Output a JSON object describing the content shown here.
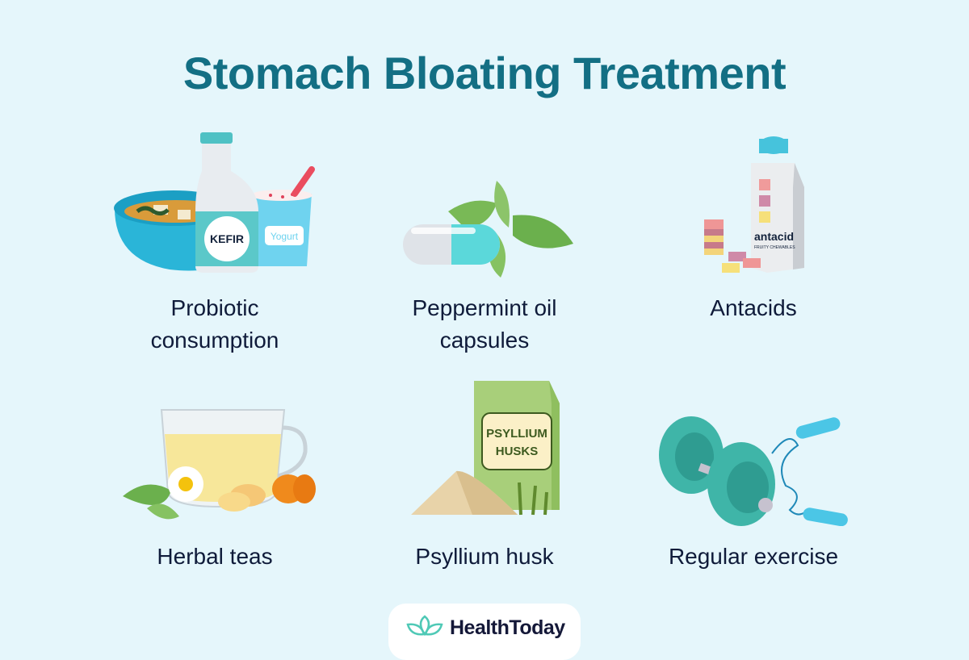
{
  "page": {
    "title": "Stomach Bloating Treatment",
    "background": "#e5f6fb",
    "title_color": "#136f84",
    "label_color": "#0f1b3a"
  },
  "items": [
    {
      "label_line1": "Probiotic",
      "label_line2": "consumption",
      "icon": "kefir-yogurt-soup-icon",
      "art_text": {
        "bottle": "KEFIR",
        "cup": "Yogurt"
      }
    },
    {
      "label_line1": "Peppermint oil",
      "label_line2": "capsules",
      "icon": "capsule-mint-icon"
    },
    {
      "label_line1": "Antacids",
      "label_line2": "",
      "icon": "antacid-bottle-icon",
      "art_text": {
        "brand": "antacid",
        "sub": "FRUITY CHEWABLES"
      }
    },
    {
      "label_line1": "Herbal teas",
      "label_line2": "",
      "icon": "herbal-tea-cup-icon"
    },
    {
      "label_line1": "Psyllium husk",
      "label_line2": "",
      "icon": "psyllium-box-icon",
      "art_text": {
        "line1": "PSYLLIUM",
        "line2": "HUSKS"
      }
    },
    {
      "label_line1": "Regular exercise",
      "label_line2": "",
      "icon": "dumbbell-jump-rope-icon"
    }
  ],
  "footer": {
    "brand": "HealthToday",
    "logo_icon": "lotus-logo-icon"
  }
}
